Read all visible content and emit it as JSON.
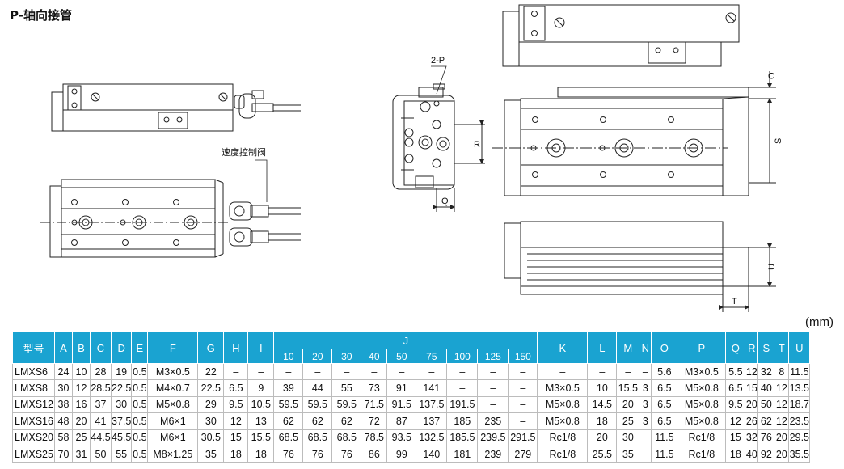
{
  "title": "P-轴向接管",
  "unit": "(mm)",
  "annotations": {
    "port_label": "2-P",
    "speed_valve": "速度控制阀",
    "dim_R": "R",
    "dim_Q": "Q",
    "dim_O": "O",
    "dim_S": "S",
    "dim_U": "U",
    "dim_T": "T"
  },
  "colors": {
    "header": "#1aa3d1",
    "grid": "#bcbcbc"
  },
  "table": {
    "headers": {
      "model": "型号",
      "A": "A",
      "B": "B",
      "C": "C",
      "D": "D",
      "E": "E",
      "F": "F",
      "G": "G",
      "H": "H",
      "I": "I",
      "J": "J",
      "K": "K",
      "L": "L",
      "M": "M",
      "N": "N",
      "O": "O",
      "P": "P",
      "Q": "Q",
      "R": "R",
      "S": "S",
      "T": "T",
      "U": "U"
    },
    "j_sub": [
      "10",
      "20",
      "30",
      "40",
      "50",
      "75",
      "100",
      "125",
      "150"
    ],
    "rows": [
      [
        "LMXS6",
        "24",
        "10",
        "28",
        "19",
        "0.5",
        "M3×0.5",
        "22",
        "–",
        "–",
        "–",
        "–",
        "–",
        "–",
        "–",
        "–",
        "–",
        "–",
        "–",
        "–",
        "–",
        "–",
        "–",
        "5.6",
        "M3×0.5",
        "5.5",
        "12",
        "32",
        "8",
        "11.5"
      ],
      [
        "LMXS8",
        "30",
        "12",
        "28.5",
        "22.5",
        "0.5",
        "M4×0.7",
        "22.5",
        "6.5",
        "9",
        "39",
        "44",
        "55",
        "73",
        "91",
        "141",
        "–",
        "–",
        "–",
        "M3×0.5",
        "10",
        "15.5",
        "3",
        "6.5",
        "M5×0.8",
        "6.5",
        "15",
        "40",
        "12",
        "13.5"
      ],
      [
        "LMXS12",
        "38",
        "16",
        "37",
        "30",
        "0.5",
        "M5×0.8",
        "29",
        "9.5",
        "10.5",
        "59.5",
        "59.5",
        "59.5",
        "71.5",
        "91.5",
        "137.5",
        "191.5",
        "–",
        "–",
        "M5×0.8",
        "14.5",
        "20",
        "3",
        "6.5",
        "M5×0.8",
        "9.5",
        "20",
        "50",
        "12",
        "18.7"
      ],
      [
        "LMXS16",
        "48",
        "20",
        "41",
        "37.5",
        "0.5",
        "M6×1",
        "30",
        "12",
        "13",
        "62",
        "62",
        "62",
        "72",
        "87",
        "137",
        "185",
        "235",
        "–",
        "M5×0.8",
        "18",
        "25",
        "3",
        "6.5",
        "M5×0.8",
        "12",
        "26",
        "62",
        "12",
        "23.5"
      ],
      [
        "LMXS20",
        "58",
        "25",
        "44.5",
        "45.5",
        "0.5",
        "M6×1",
        "30.5",
        "15",
        "15.5",
        "68.5",
        "68.5",
        "68.5",
        "78.5",
        "93.5",
        "132.5",
        "185.5",
        "239.5",
        "291.5",
        "Rc1/8",
        "20",
        "30",
        "",
        "11.5",
        "Rc1/8",
        "15",
        "32",
        "76",
        "20",
        "29.5"
      ],
      [
        "LMXS25",
        "70",
        "31",
        "50",
        "55",
        "0.5",
        "M8×1.25",
        "35",
        "18",
        "18",
        "76",
        "76",
        "76",
        "86",
        "99",
        "140",
        "181",
        "239",
        "279",
        "Rc1/8",
        "25.5",
        "35",
        "",
        "11.5",
        "Rc1/8",
        "18",
        "40",
        "92",
        "20",
        "35.5"
      ]
    ]
  }
}
